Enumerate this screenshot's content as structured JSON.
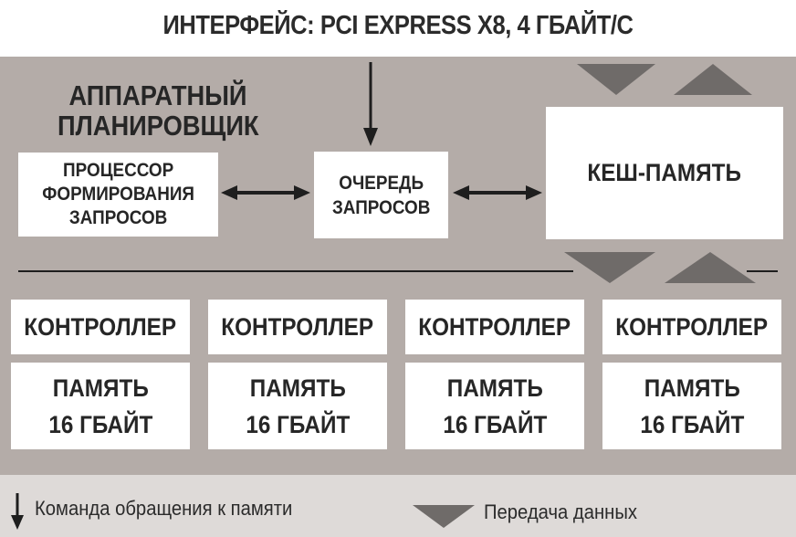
{
  "title": "ИНТЕРФЕЙС: PCI EXPRESS X8, 4 ГБАЙТ/С",
  "scheduler_label": "АППАРАТНЫЙ ПЛАНИРОВЩИК",
  "request_processor": "ПРОЦЕССОР\nФОРМИРОВАНИЯ\nЗАПРОСОВ",
  "request_queue": "ОЧЕРЕДЬ\nЗАПРОСОВ",
  "cache": "КЕШ-ПАМЯТЬ",
  "modules": [
    {
      "controller": "КОНТРОЛЛЕР",
      "memory": "ПАМЯТЬ\n16 ГБАЙТ"
    },
    {
      "controller": "КОНТРОЛЛЕР",
      "memory": "ПАМЯТЬ\n16 ГБАЙТ"
    },
    {
      "controller": "КОНТРОЛЛЕР",
      "memory": "ПАМЯТЬ\n16 ГБАЙТ"
    },
    {
      "controller": "КОНТРОЛЛЕР",
      "memory": "ПАМЯТЬ\n16 ГБАЙТ"
    }
  ],
  "legend": {
    "command": "Команда обращения к памяти",
    "transfer": "Передача данных"
  },
  "colors": {
    "panel": "#b4aca8",
    "legend_bg": "#dedad8",
    "triangle": "#6f6b69",
    "line": "#1e1e1e"
  }
}
